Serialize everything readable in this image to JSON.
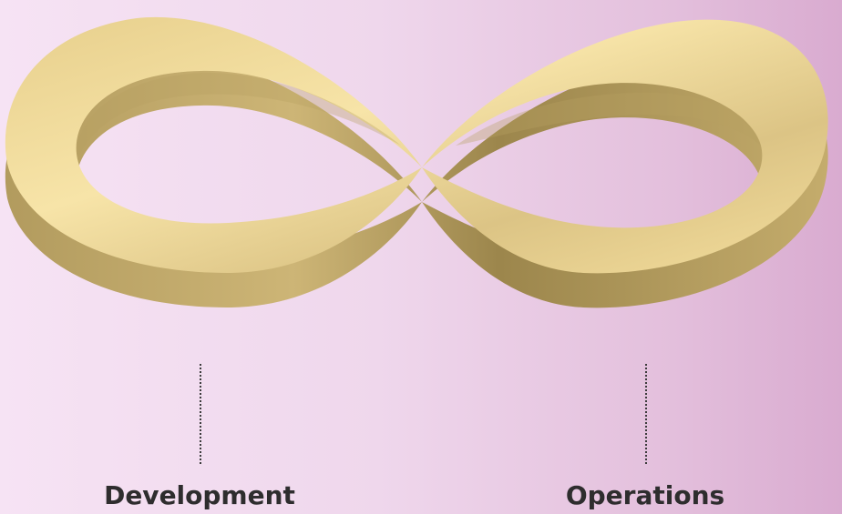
{
  "diagram": {
    "colors": {
      "background_left": "#f6e3f4",
      "background_right": "#d9abd0",
      "loop_gold_light": "#f7e4a8",
      "loop_gold_mid": "#dcc485",
      "loop_gold_dark": "#a58f52",
      "label_text": "#2e2d2e"
    },
    "loop_icon": "infinity-loop",
    "labels": {
      "development": "Development",
      "operations": "Operations"
    }
  }
}
